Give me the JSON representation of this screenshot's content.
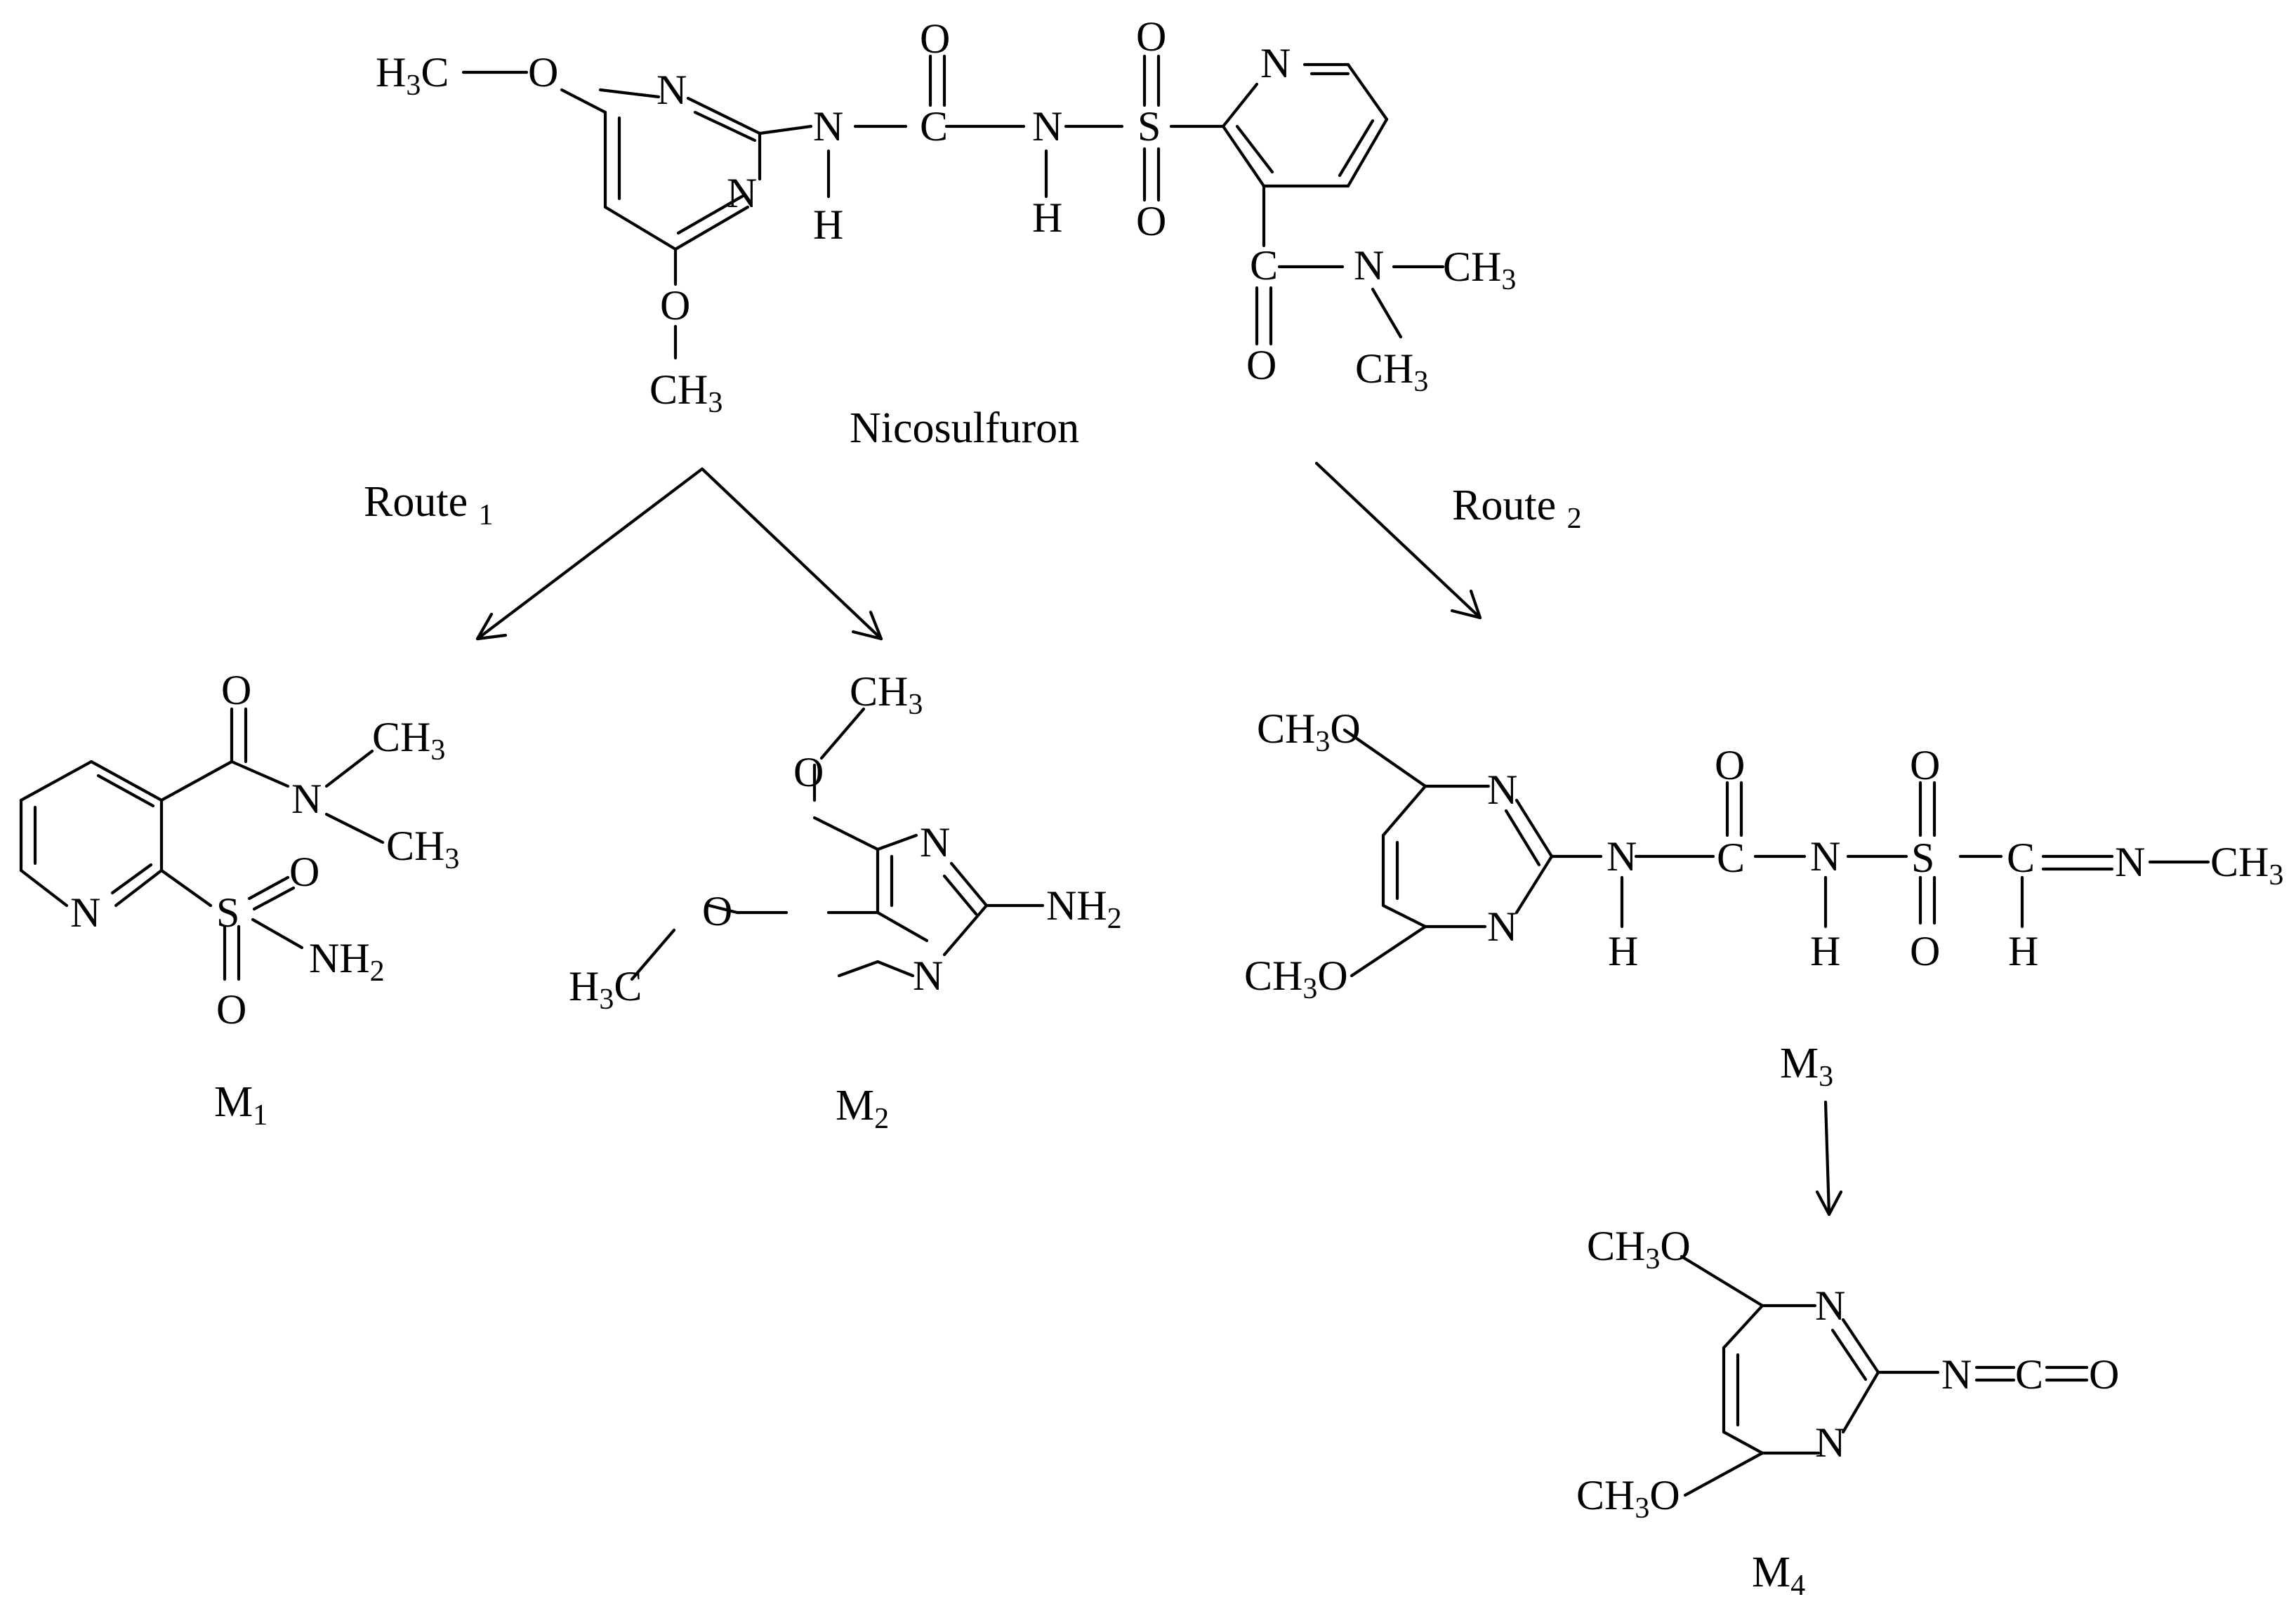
{
  "compounds": {
    "parent": {
      "name": "Nicosulfuron",
      "atoms": {
        "methyl_top": "H3C",
        "o1": "O",
        "n_ring_top": "N",
        "n_ring_bottom": "N",
        "o2": "O",
        "methyl_bottom": "CH3",
        "nh1_n": "N",
        "nh1_h": "H",
        "carbonyl_c": "C",
        "carbonyl_o": "O",
        "nh2_n": "N",
        "nh2_h": "H",
        "sulfonyl_s": "S",
        "sulfonyl_o_top": "O",
        "sulfonyl_o_bottom": "O",
        "pyridine_n": "N",
        "amide_c": "C",
        "amide_o": "O",
        "amide_n": "N",
        "amide_me1": "CH3",
        "amide_me2": "CH3"
      }
    },
    "m1": {
      "name": "M1",
      "atoms": {
        "carbonyl_o": "O",
        "amide_n": "N",
        "me1": "CH3",
        "me2": "CH3",
        "pyridine_n": "N",
        "s": "S",
        "o_right": "O",
        "o_bottom": "O",
        "nh2": "NH2"
      }
    },
    "m2": {
      "name": "M2",
      "atoms": {
        "me_top": "CH3",
        "o_top": "O",
        "n_top": "N",
        "nh2": "NH2",
        "o_left": "O",
        "me_left": "H3C",
        "n_bottom": "N"
      }
    },
    "m3": {
      "name": "M3",
      "atoms": {
        "och3_top": "CH3O",
        "n_ring_top": "N",
        "n_ring_bottom": "N",
        "och3_bottom": "CH3O",
        "nh1_n": "N",
        "nh1_h": "H",
        "c1": "C",
        "c1_o": "O",
        "nh2_n": "N",
        "nh2_h": "H",
        "s": "S",
        "s_o_top": "O",
        "s_o_bottom": "O",
        "ch_c": "C",
        "ch_h": "H",
        "imine_n": "N",
        "me": "CH3"
      }
    },
    "m4": {
      "name": "M4",
      "atoms": {
        "och3_top": "CH3O",
        "n_ring_top": "N",
        "n_ring_bottom": "N",
        "och3_bottom": "CH3O",
        "isocyanate_n": "N",
        "isocyanate_c": "C",
        "isocyanate_o": "O"
      }
    }
  },
  "routes": {
    "route1": "Route 1",
    "route2": "Route 2"
  }
}
